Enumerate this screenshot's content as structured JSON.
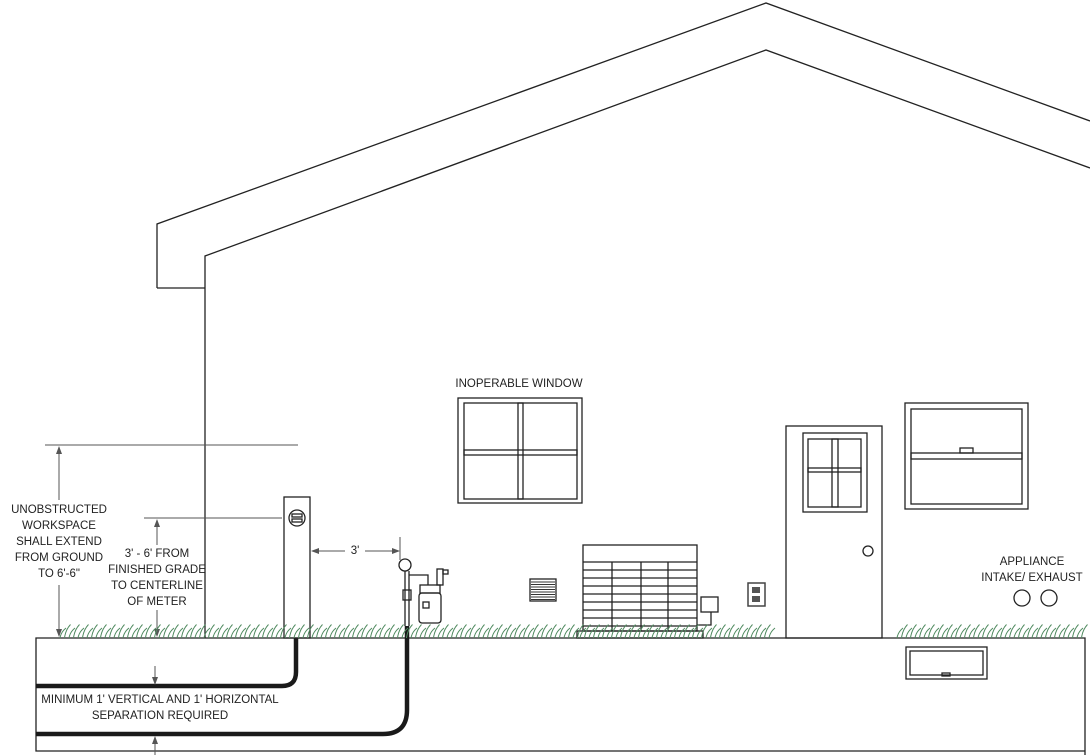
{
  "labels": {
    "window": "INOPERABLE WINDOW",
    "workspace": [
      "UNOBSTRUCTED",
      "WORKSPACE",
      "SHALL EXTEND",
      "FROM GROUND",
      "TO 6'-6\""
    ],
    "meter_height": [
      "3' - 6' FROM",
      "FINISHED GRADE",
      "TO CENTERLINE",
      "OF METER"
    ],
    "clearance": "3'",
    "separation": [
      "MINIMUM 1' VERTICAL AND 1' HORIZONTAL",
      "SEPARATION REQUIRED"
    ],
    "appliance": [
      "APPLIANCE",
      "INTAKE/ EXHAUST"
    ]
  },
  "colors": {
    "line": "#222222",
    "grass": "#4f8a5f",
    "pipe": "#1a1a1a"
  }
}
